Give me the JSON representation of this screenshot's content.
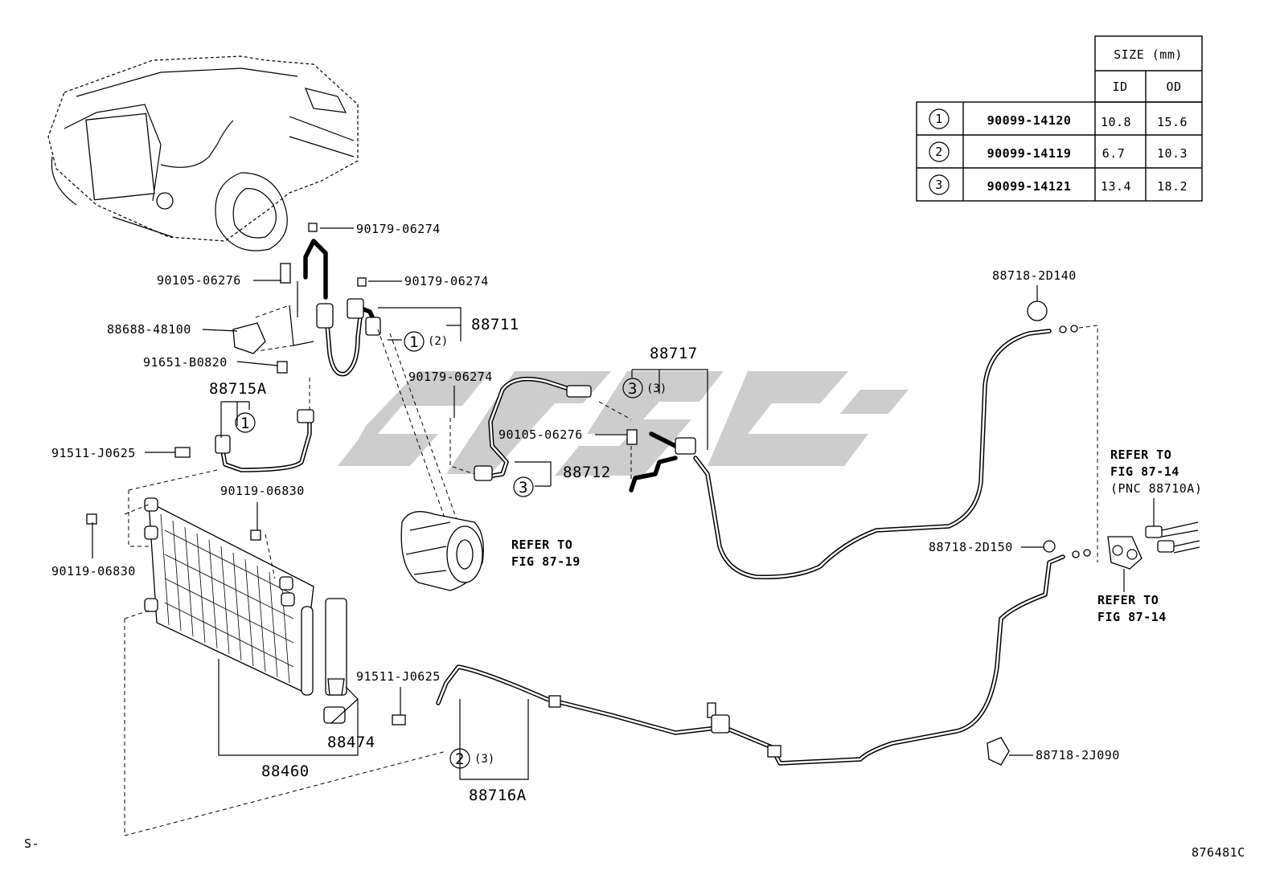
{
  "watermark": {
    "color": "#c8c8c8"
  },
  "size_table": {
    "header_size": "SIZE (mm)",
    "header_id": "ID",
    "header_od": "OD",
    "rows": [
      {
        "mark": "1",
        "part": "90099-14120",
        "id": "10.8",
        "od": "15.6"
      },
      {
        "mark": "2",
        "part": "90099-14119",
        "id": "6.7",
        "od": "10.3"
      },
      {
        "mark": "3",
        "part": "90099-14121",
        "id": "13.4",
        "od": "18.2"
      }
    ]
  },
  "callouts": {
    "c_90179_06274_a": "90179-06274",
    "c_90105_06276_a": "90105-06276",
    "c_90179_06274_b": "90179-06274",
    "c_88688_48100": "88688-48100",
    "c_88711": "88711",
    "c_88711_qty": "(2)",
    "c_91651_b0820": "91651-B0820",
    "c_88715a": "88715A",
    "c_88717": "88717",
    "c_88717_qty": "(3)",
    "c_90179_06274_c": "90179-06274",
    "c_91511_j0625_a": "91511-J0625",
    "c_90105_06276_b": "90105-06276",
    "c_88712": "88712",
    "c_90119_06830_a": "90119-06830",
    "c_90119_06830_b": "90119-06830",
    "c_refer_87_19_a": "REFER TO",
    "c_refer_87_19_b": "FIG 87-19",
    "c_88718_2d140": "88718-2D140",
    "c_refer_87_14a_a": "REFER TO",
    "c_refer_87_14a_b": "FIG 87-14",
    "c_refer_87_14a_c": "(PNC 88710A)",
    "c_88718_2d150": "88718-2D150",
    "c_refer_87_14b_a": "REFER TO",
    "c_refer_87_14b_b": "FIG 87-14",
    "c_91511_j0625_b": "91511-J0625",
    "c_88474": "88474",
    "c_88460": "88460",
    "c_88716a": "88716A",
    "c_88716a_qty": "(3)",
    "c_88718_2j090": "88718-2J090",
    "ring_1": "1",
    "ring_2": "2",
    "ring_3": "3"
  },
  "footer": {
    "left_code": "S-",
    "figure_id": "876481C"
  }
}
